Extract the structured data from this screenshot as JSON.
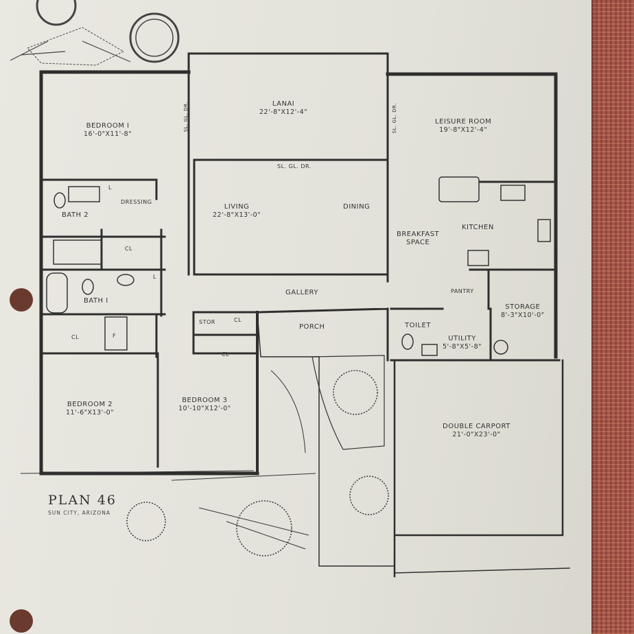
{
  "title": "PLAN 46",
  "subtitle": "SUN CITY, ARIZONA",
  "rooms": {
    "lanai": {
      "name": "LANAI",
      "dims": "22'-8\"X12'-4\""
    },
    "bedroom1": {
      "name": "BEDROOM I",
      "dims": "16'-0\"X11'-8\""
    },
    "leisure": {
      "name": "LEISURE ROOM",
      "dims": "19'-8\"X12'-4\""
    },
    "living": {
      "name": "LIVING",
      "dims": "22'-8\"X13'-0\""
    },
    "dining": {
      "name": "DINING"
    },
    "breakfast": {
      "name1": "BREAKFAST",
      "name2": "SPACE"
    },
    "kitchen": {
      "name": "KITCHEN"
    },
    "bath2": {
      "name": "BATH 2"
    },
    "dressing": {
      "name": "DRESSING"
    },
    "bath1": {
      "name": "BATH I"
    },
    "gallery": {
      "name": "GALLERY"
    },
    "pantry": {
      "name": "PANTRY"
    },
    "storage": {
      "name": "STORAGE",
      "dims": "8'-3\"X10'-0\""
    },
    "porch": {
      "name": "PORCH"
    },
    "toilet": {
      "name": "TOILET"
    },
    "utility": {
      "name": "UTILITY",
      "dims": "5'-8\"X5'-8\""
    },
    "bedroom2": {
      "name": "BEDROOM 2",
      "dims": "11'-6\"X13'-0\""
    },
    "bedroom3": {
      "name": "BEDROOM 3",
      "dims": "10'-10\"X12'-0\""
    },
    "carport": {
      "name": "DOUBLE CARPORT",
      "dims": "21'-0\"X23'-0\""
    }
  },
  "labels": {
    "sl_gl_dr": "SL. GL. DR.",
    "cl": "CL",
    "stor": "STOR",
    "l": "L",
    "f": "F"
  }
}
